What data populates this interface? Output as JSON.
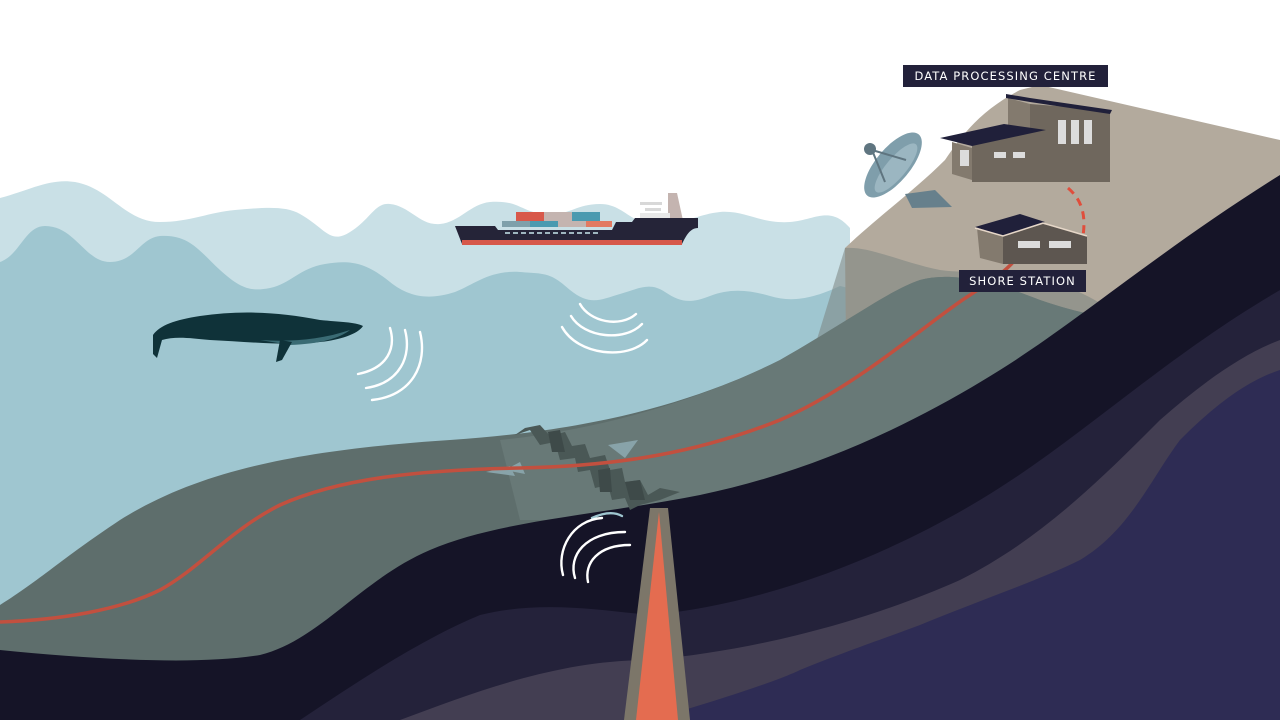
{
  "diagram": {
    "type": "cross-section illustration",
    "subject": "Ocean-bottom seismic monitoring via submarine fibre-optic cable"
  },
  "labels": {
    "data_processing_centre": "DATA PROCESSING CENTRE",
    "shore_station": "SHORE STATION"
  },
  "elements": {
    "whale": {
      "icon": "whale-icon",
      "emits": "sound waves"
    },
    "ship": {
      "icon": "cargo-ship-icon",
      "emits": "sound waves"
    },
    "earthquake": {
      "icon": "fault-crack-icon",
      "emits": "seismic waves"
    },
    "volcanic_dike": {
      "icon": "magma-dike-icon"
    },
    "satellite_dish": {
      "icon": "satellite-dish-icon"
    },
    "cable": {
      "description": "red submarine cable from seabed to shore station",
      "dashed_link": "shore station to data processing centre"
    }
  },
  "colors": {
    "sky": "#ffffff",
    "sea_surface": "#c9e0e6",
    "sea_water": "#9fc6d0",
    "seabed_sediment": "#5e6e6c",
    "land": "#b3aa9d",
    "crust_dark": "#151427",
    "crust_layer2": "#24223a",
    "crust_layer3": "#433e52",
    "mantle": "#2e2c54",
    "cable": "#c2503f",
    "magma": "#e46c50",
    "dike_wall": "#7c7669",
    "label_bg": "#22213a",
    "whale": "#0f3239",
    "ship_hull": "#252438",
    "ship_keel": "#d6584a",
    "building_wall": "#6f675d",
    "building_roof": "#20203a",
    "dish": "#7f9eab"
  }
}
